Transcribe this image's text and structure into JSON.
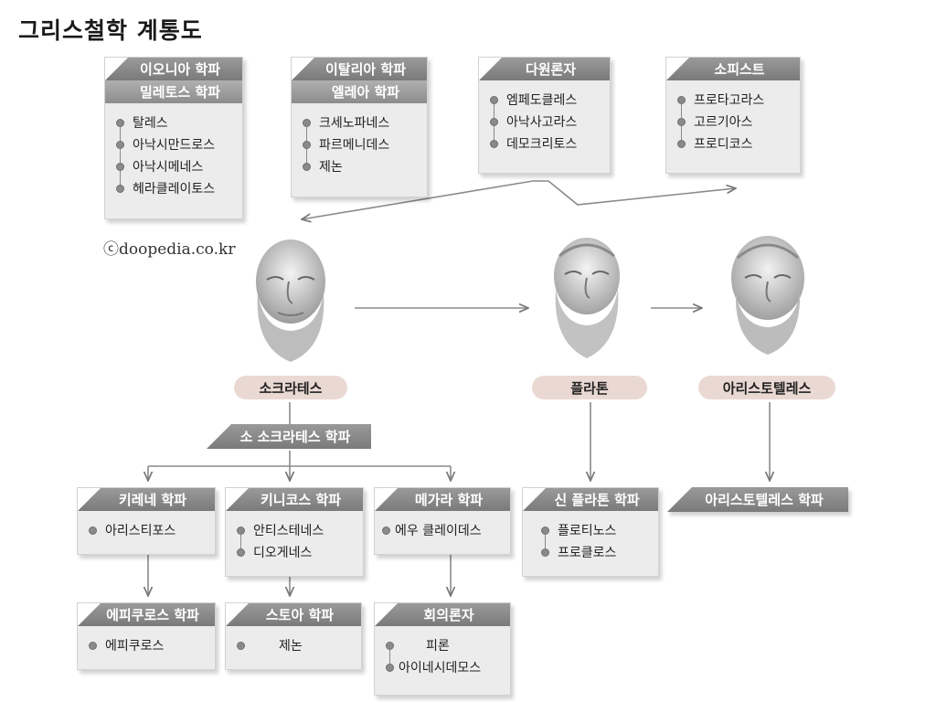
{
  "title": "그리스철학 계통도",
  "credit": "ⓒdoopedia.co.kr",
  "schools_top": {
    "ionian": {
      "header": "이오니아 학파",
      "subheader": "밀레토스 학파",
      "members": [
        "탈레스",
        "아낙시만드로스",
        "아낙시메네스",
        "헤라클레이토스"
      ]
    },
    "italian": {
      "header": "이탈리아 학파",
      "subheader": "엘레아 학파",
      "members": [
        "크세노파네스",
        "파르메니데스",
        "제논"
      ]
    },
    "pluralist": {
      "header": "다원론자",
      "members": [
        "엠페도클레스",
        "아낙사고라스",
        "데모크리토스"
      ]
    },
    "sophist": {
      "header": "소피스트",
      "members": [
        "프로타고라스",
        "고르기아스",
        "프로디코스"
      ]
    }
  },
  "philosophers": {
    "socrates": "소크라테스",
    "plato": "플라톤",
    "aristotle": "아리스토텔레스"
  },
  "minor_socratic": "소 소크라테스 학파",
  "cyrenaic": {
    "header": "키레네 학파",
    "members": [
      "아리스티포스"
    ]
  },
  "cynic": {
    "header": "키니코스 학파",
    "members": [
      "안티스테네스",
      "디오게네스"
    ]
  },
  "megarian": {
    "header": "메가라 학파",
    "members": [
      "에우 클레이데스"
    ]
  },
  "neoplatonism": {
    "header": "신 플라톤 학파",
    "members": [
      "플로티노스",
      "프로클로스"
    ]
  },
  "peripatetic": {
    "header": "아리스토텔레스 학파"
  },
  "epicurean": {
    "header": "에피쿠로스 학파",
    "members": [
      "에피쿠로스"
    ]
  },
  "stoic": {
    "header": "스토아 학파",
    "members": [
      "제논"
    ]
  },
  "skeptic": {
    "header": "회의론자",
    "members": [
      "피론",
      "아이네시데모스"
    ]
  },
  "colors": {
    "header": "#8a8a8a",
    "box": "#ececec",
    "pill": "#ead9d3",
    "line": "#8a8a8a"
  }
}
